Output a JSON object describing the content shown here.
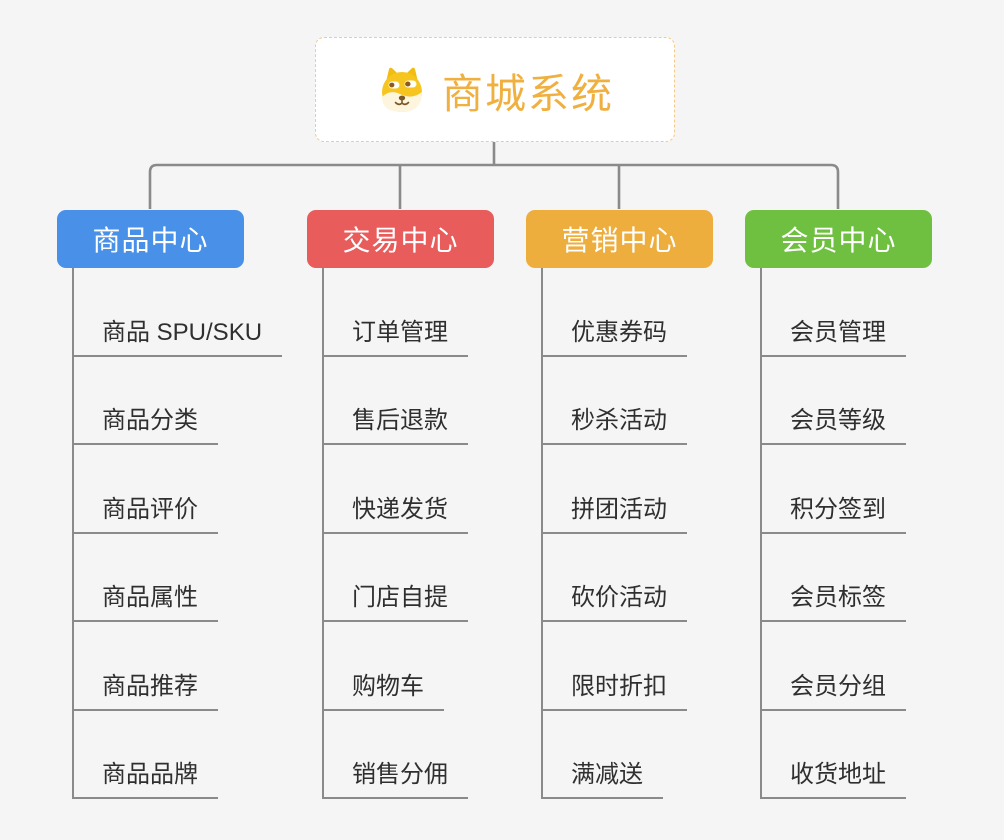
{
  "root": {
    "title": "商城系统",
    "icon": "doge-icon"
  },
  "branches": [
    {
      "label": "商品中心",
      "color": "#4990e8",
      "children": [
        "商品 SPU/SKU",
        "商品分类",
        "商品评价",
        "商品属性",
        "商品推荐",
        "商品品牌"
      ]
    },
    {
      "label": "交易中心",
      "color": "#e85c5c",
      "children": [
        "订单管理",
        "售后退款",
        "快递发货",
        "门店自提",
        "购物车",
        "销售分佣"
      ]
    },
    {
      "label": "营销中心",
      "color": "#edae3e",
      "children": [
        "优惠券码",
        "秒杀活动",
        "拼团活动",
        "砍价活动",
        "限时折扣",
        "满减送"
      ]
    },
    {
      "label": "会员中心",
      "color": "#6fc040",
      "children": [
        "会员管理",
        "会员等级",
        "积分签到",
        "会员标签",
        "会员分组",
        "收货地址"
      ]
    }
  ],
  "colors": {
    "background": "#f5f5f5",
    "line": "#8a8a8a",
    "text": "#2f2f2f",
    "root_text": "#f0b040",
    "root_border": "#f5ca88",
    "node_text": "#ffffff"
  }
}
